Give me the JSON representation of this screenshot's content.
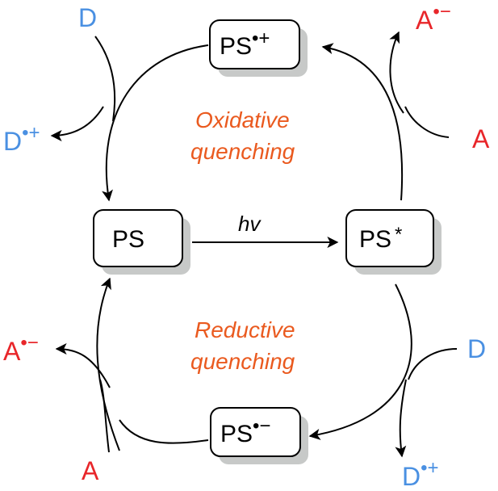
{
  "colors": {
    "donor": "#4a90e2",
    "acceptor": "#e8262a",
    "quenching": "#ea5a1f",
    "box_fill": "#ffffff",
    "box_shadow": "#c7c9c8",
    "arrow": "#000000"
  },
  "boxes": {
    "ps_oxidized": {
      "base": "PS",
      "charge": "•+"
    },
    "ps_ground": {
      "base": "PS"
    },
    "ps_excited": {
      "base": "PS",
      "mark": "*"
    },
    "ps_reduced": {
      "base": "PS",
      "charge": "•−"
    }
  },
  "quenching": {
    "oxidative_line1": "Oxidative",
    "oxidative_line2": "quenching",
    "reductive_line1": "Reductive",
    "reductive_line2": "quenching"
  },
  "excitation_label": "hv",
  "species": {
    "d_top_left": "D",
    "d_radical_top_left": {
      "base": "D",
      "charge": "•+"
    },
    "a_radical_top_right": {
      "base": "A",
      "charge": "•−"
    },
    "a_top_right": "A",
    "a_radical_bottom_left": {
      "base": "A",
      "charge": "•−"
    },
    "a_bottom_left": "A",
    "d_bottom_right": "D",
    "d_radical_bottom_right": {
      "base": "D",
      "charge": "•+"
    }
  }
}
